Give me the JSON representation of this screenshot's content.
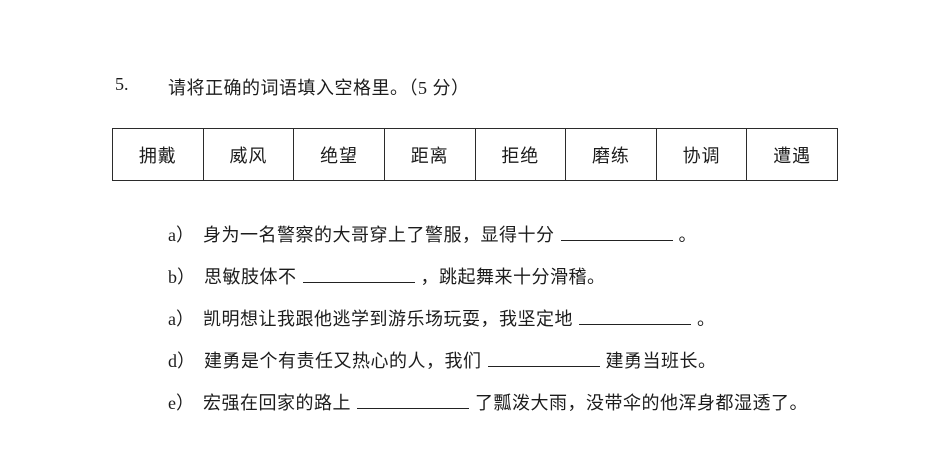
{
  "question": {
    "number": "5.",
    "title": "请将正确的词语填入空格里。（5 分）"
  },
  "word_bank": [
    "拥戴",
    "威风",
    "绝望",
    "距离",
    "拒绝",
    "磨练",
    "协调",
    "遭遇"
  ],
  "sentences": [
    {
      "label": "a）",
      "pre": "身为一名警察的大哥穿上了警服，显得十分",
      "post": "。"
    },
    {
      "label": "b）",
      "pre": "思敏肢体不",
      "post": "，跳起舞来十分滑稽。"
    },
    {
      "label": "a）",
      "pre": "凯明想让我跟他逃学到游乐场玩耍，我坚定地",
      "post": "。"
    },
    {
      "label": "d）",
      "pre": "建勇是个有责任又热心的人，我们",
      "post": "建勇当班长。"
    },
    {
      "label": "e）",
      "pre": "宏强在回家的路上",
      "post": "了瓢泼大雨，没带伞的他浑身都湿透了。"
    }
  ],
  "colors": {
    "page_background": "#ffffff",
    "text": "#1c1c1c",
    "table_border": "#2b2b2b"
  }
}
